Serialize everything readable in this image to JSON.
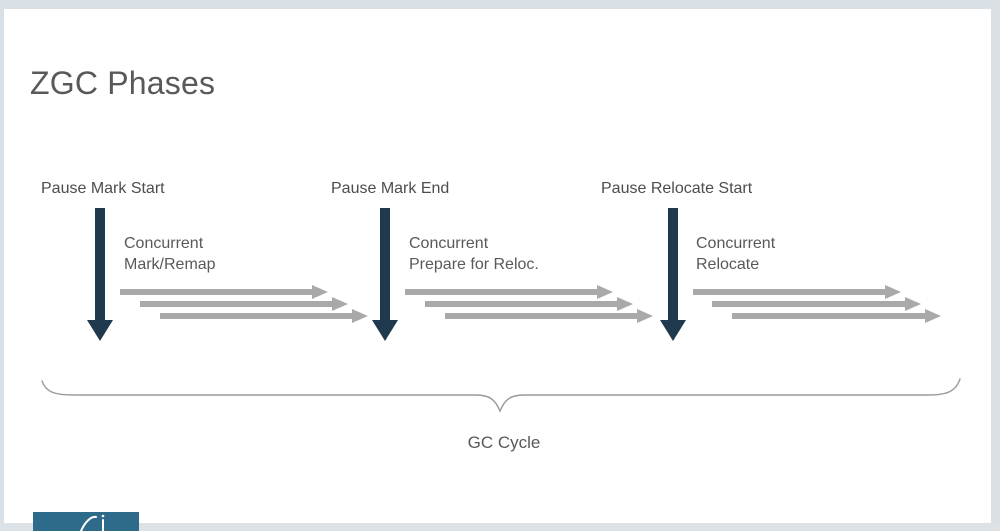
{
  "slide": {
    "title": "ZGC Phases"
  },
  "phases": [
    {
      "pause_label": "Pause Mark Start",
      "concurrent_line1": "Concurrent",
      "concurrent_line2": "Mark/Remap"
    },
    {
      "pause_label": "Pause Mark End",
      "concurrent_line1": "Concurrent",
      "concurrent_line2": "Prepare for Reloc."
    },
    {
      "pause_label": "Pause Relocate Start",
      "concurrent_line1": "Concurrent",
      "concurrent_line2": "Relocate"
    }
  ],
  "brace": {
    "label": "GC Cycle"
  },
  "icons": {
    "pause_arrow": "down-arrow-icon",
    "concurrent_arrow": "right-arrow-icon",
    "logo_glyph": "script-flourish-icon"
  },
  "colors": {
    "pause_arrow": "#1f3a4e",
    "concurrent_arrow": "#a9a9a9",
    "brace_stroke": "#9a9a9a",
    "title_text": "#595959",
    "label_text": "#4d4d4d",
    "logo_background": "#2e6b8a",
    "frame_background": "#d9e0e6",
    "slide_background": "#ffffff"
  }
}
